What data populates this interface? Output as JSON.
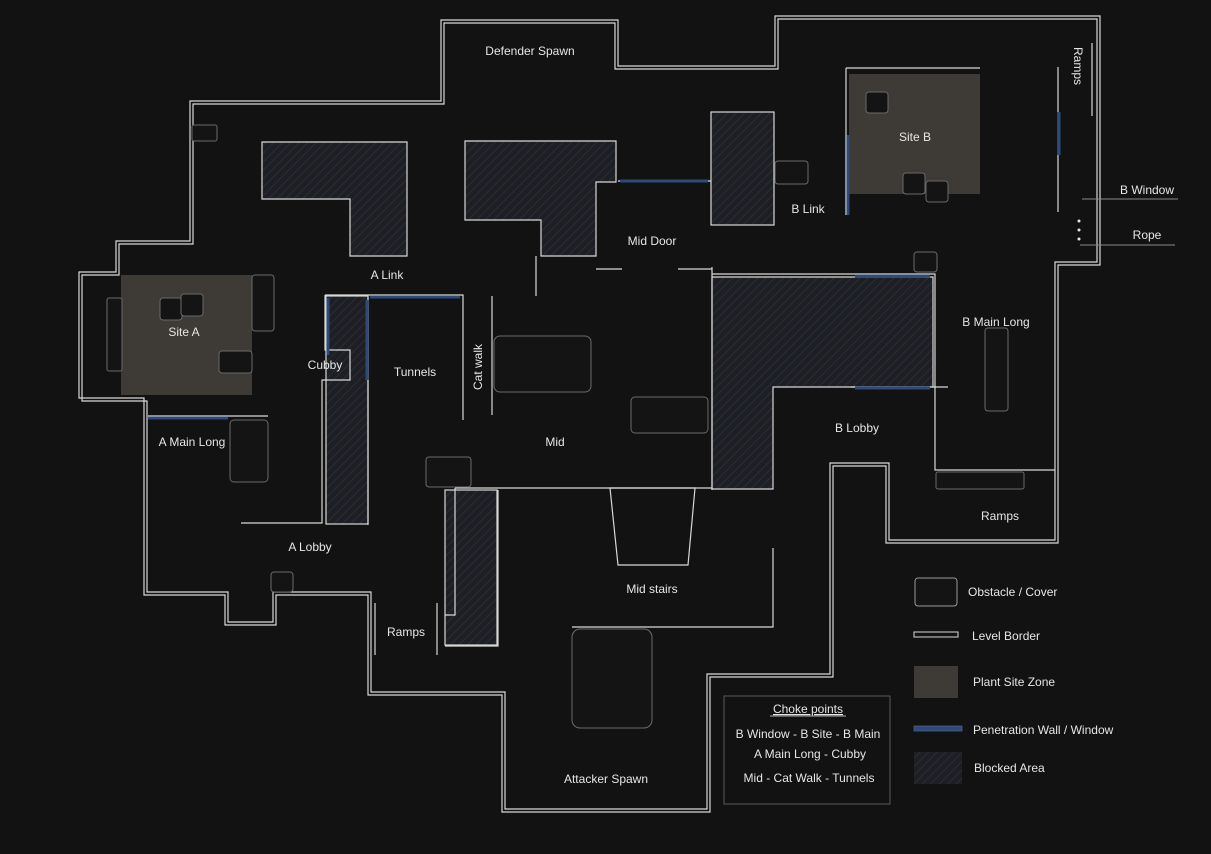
{
  "map": {
    "labels": {
      "defender_spawn": "Defender Spawn",
      "site_b": "Site B",
      "ramps_top": "Ramps",
      "b_window": "B Window",
      "rope": "Rope",
      "b_link": "B Link",
      "mid_door": "Mid Door",
      "a_link": "A Link",
      "site_a": "Site A",
      "cubby": "Cubby",
      "tunnels": "Tunnels",
      "cat_walk": "Cat walk",
      "mid": "Mid",
      "b_main_long": "B Main Long",
      "b_lobby": "B Lobby",
      "a_main_long": "A Main Long",
      "a_lobby": "A Lobby",
      "ramps_right": "Ramps",
      "mid_stairs": "Mid stairs",
      "ramps_bottom": "Ramps",
      "attacker_spawn": "Attacker Spawn"
    },
    "colors": {
      "background": "#121212",
      "wall": "#d8d8d8",
      "plant_site": "#3e3a36",
      "penetration": "#2f4a7a",
      "obstacle_stroke": "#6a6a6a"
    }
  },
  "chokepoints": {
    "title": "Choke points",
    "lines": [
      "B Window - B Site - B Main",
      "A Main Long - Cubby",
      "Mid - Cat Walk - Tunnels"
    ]
  },
  "legend": {
    "obstacle": "Obstacle / Cover",
    "level_border": "Level Border",
    "plant_site": "Plant Site Zone",
    "penetration": "Penetration Wall / Window",
    "blocked": "Blocked Area"
  }
}
